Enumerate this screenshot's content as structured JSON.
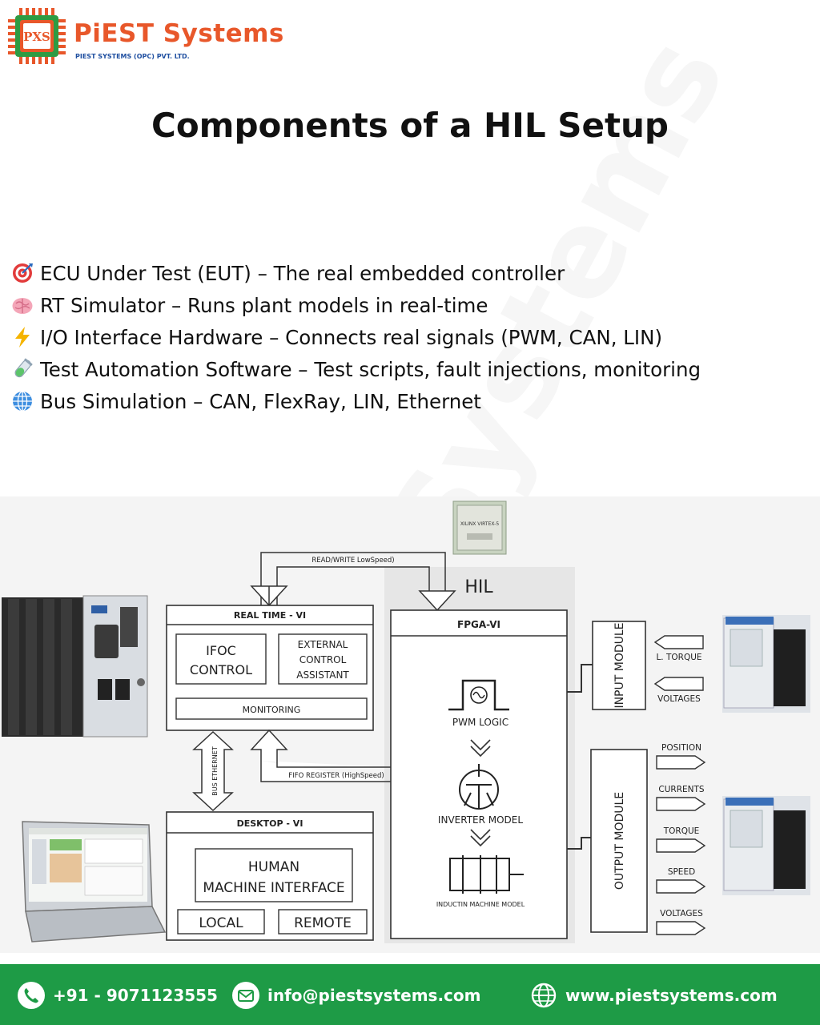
{
  "brand": {
    "logo_letters": "PXS",
    "name": "PiEST Systems",
    "legal_name": "PIEST SYSTEMS (OPC) PVT. LTD."
  },
  "watermark_text": "Systems",
  "title": "Components of a HIL Setup",
  "features": [
    {
      "icon": "target-icon",
      "text": "ECU Under Test (EUT) – The real embedded controller"
    },
    {
      "icon": "brain-icon",
      "text": "RT Simulator – Runs plant models in real-time"
    },
    {
      "icon": "lightning-icon",
      "text": "I/O Interface Hardware – Connects real signals (PWM, CAN, LIN)"
    },
    {
      "icon": "test-tube-icon",
      "text": "Test Automation Software – Test scripts, fault injections, monitoring"
    },
    {
      "icon": "globe-icon",
      "text": "Bus Simulation – CAN, FlexRay, LIN, Ethernet"
    }
  ],
  "diagram": {
    "chip_label": "XILINX VIRTEX-5",
    "read_write_label": "READ/WRITE LowSpeed)",
    "hil_label": "HIL",
    "realtime_vi": "REAL TIME - VI",
    "ifoc_line1": "IFOC",
    "ifoc_line2": "CONTROL",
    "ext_line1": "EXTERNAL",
    "ext_line2": "CONTROL",
    "ext_line3": "ASSISTANT",
    "monitoring": "MONITORING",
    "bus_ethernet": "BUS ETHERNET",
    "fifo_label": "FIFO REGISTER (HighSpeed)",
    "desktop_vi": "DESKTOP - VI",
    "hmi_line1": "HUMAN",
    "hmi_line2": "MACHINE INTERFACE",
    "local": "LOCAL",
    "remote": "REMOTE",
    "fpga_vi": "FPGA-VI",
    "pwm_logic": "PWM LOGIC",
    "inverter_model": "INVERTER MODEL",
    "machine_model": "INDUCTIN MACHINE MODEL",
    "input_module": "INPUT MODULE",
    "output_module": "OUTPUT MODULE",
    "input_signals": [
      "L. TORQUE",
      "VOLTAGES"
    ],
    "output_signals": [
      "POSITION",
      "CURRENTS",
      "TORQUE",
      "SPEED",
      "VOLTAGES"
    ]
  },
  "footer": {
    "phone": "+91 - 9071123555",
    "email": "info@piestsystems.com",
    "website": "www.piestsystems.com"
  },
  "colors": {
    "brand_orange": "#e8572a",
    "brand_blue": "#1f4fa0",
    "chip_green": "#2e9b43",
    "footer_green": "#1e9b46",
    "hil_panel": "#e6e6e6"
  }
}
